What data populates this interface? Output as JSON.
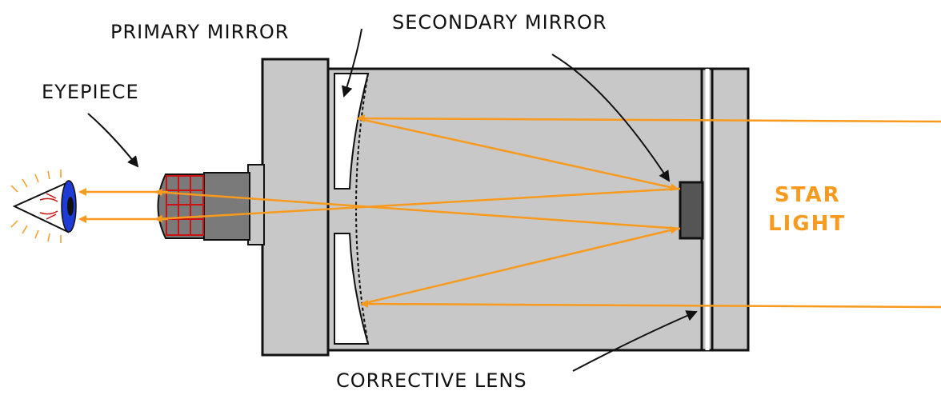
{
  "labels": {
    "primary_mirror": "PRIMARY MIRROR",
    "secondary_mirror": "SECONDARY MIRROR",
    "eyepiece": "EYEPIECE",
    "star_line1": "STAR",
    "star_line2": "LIGHT",
    "corrective_lens": "CORRECTIVE LENS"
  },
  "colors": {
    "light_ray": "#f79a1e",
    "tube_fill": "#c8c8c8",
    "outline": "#111111",
    "star_text": "#f79a1e",
    "eye_iris": "#1f3bd6",
    "eyepiece_grid": "#cc1111"
  }
}
